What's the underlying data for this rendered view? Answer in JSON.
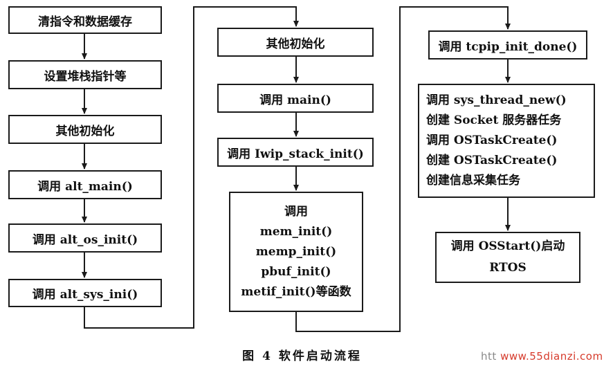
{
  "column1": [
    "清指令和数据缓存",
    "设置堆栈指针等",
    "其他初始化",
    "调用 alt_main()",
    "调用 alt_os_init()",
    "调用 alt_sys_ini()"
  ],
  "column2": {
    "steps": [
      "其他初始化",
      "调用 main()",
      "调用 Iwip_stack_init()"
    ],
    "calls": [
      "调用",
      "mem_init()",
      "memp_init()",
      "pbuf_init()",
      "metif_init()等函数"
    ]
  },
  "column3": {
    "first": "调用 tcpip_init_done()",
    "tasks": [
      "调用 sys_thread_new()",
      "创建 Socket 服务器任务",
      "调用 OSTaskCreate()",
      "创建 OSTaskCreate()",
      "创建信息采集任务"
    ],
    "start": [
      "调用 OSStart()启动",
      "RTOS"
    ]
  },
  "caption": "图 4 软件启动流程",
  "watermark": {
    "prefix": "htt",
    "url": "www.55dianzi.com"
  },
  "colors": {
    "line": "#1a1a1a",
    "watermark": "#d63a2b"
  }
}
